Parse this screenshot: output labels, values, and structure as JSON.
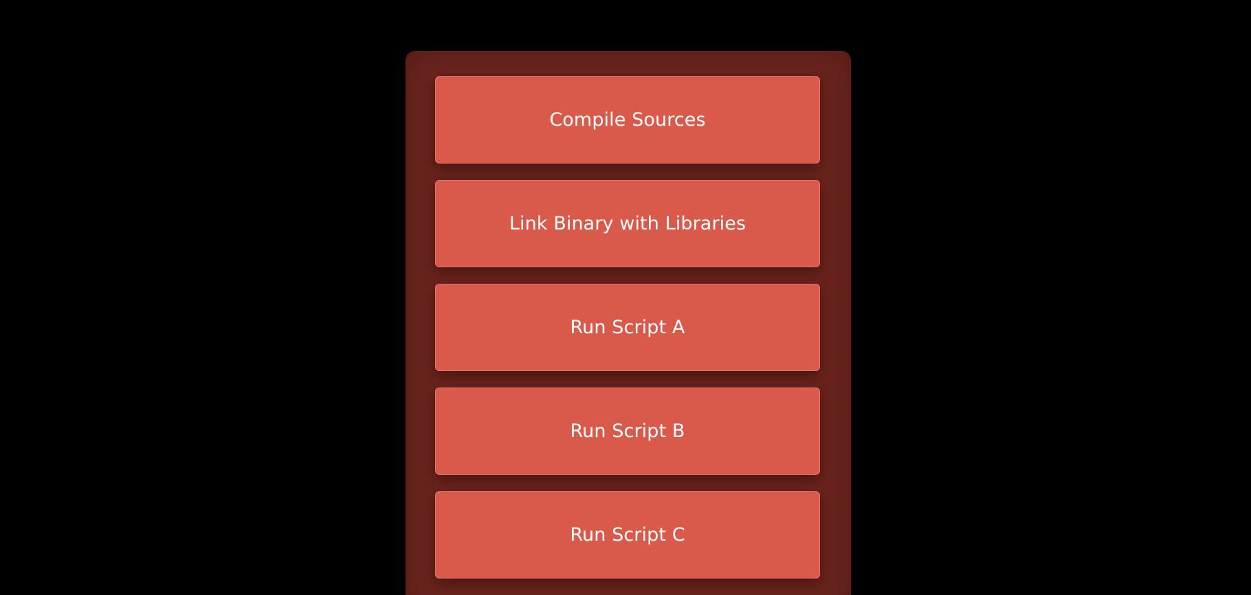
{
  "build_phases": {
    "items": [
      {
        "label": "Compile Sources"
      },
      {
        "label": "Link Binary with Libraries"
      },
      {
        "label": "Run Script A"
      },
      {
        "label": "Run Script B"
      },
      {
        "label": "Run Script C"
      }
    ]
  },
  "colors": {
    "background": "#000000",
    "panel": "#6b241e",
    "phase": "#d95a4a",
    "text": "#ffffff"
  }
}
